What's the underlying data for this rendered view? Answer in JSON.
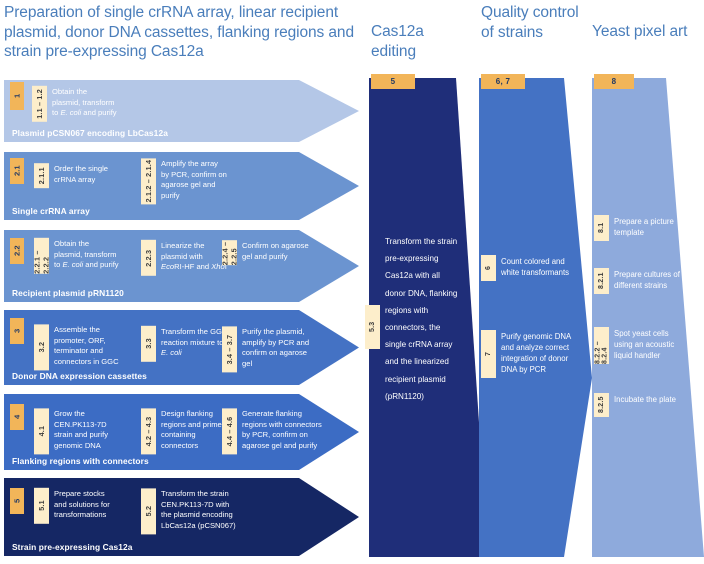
{
  "colors": {
    "title_blue": "#4a7ebb",
    "light_blue": "#b4c7e7",
    "mid_blue": "#6b94d0",
    "strong_blue": "#4472c4",
    "royal_blue": "#3c6cc4",
    "navy": "#1f2e79",
    "dark_navy": "#152764",
    "pale_blue": "#8eaadc",
    "gold_tab": "#f2b559",
    "cream_tab": "#fdeecb",
    "white": "#ffffff"
  },
  "headers": {
    "preparation": "Preparation of single crRNA array, linear recipient plasmid, donor DNA cassettes, flanking regions and strain pre-expressing Cas12a",
    "cas12a": "Cas12a editing",
    "quality": "Quality control of strains",
    "yeast": "Yeast pixel art"
  },
  "stages": [
    {
      "number": "1",
      "caption": "Plasmid pCSN067 encoding LbCas12a",
      "fill": "#b4c7e7",
      "steps": [
        {
          "num": "1.1 – 1.2",
          "lines": [
            "Obtain the",
            "plasmid, transform",
            "to <i>E. coli</i> and purify"
          ]
        }
      ]
    },
    {
      "number": "2.1",
      "caption": "Single crRNA array",
      "fill": "#6b94d0",
      "steps": [
        {
          "num": "2.1.1",
          "lines": [
            "Order the single",
            "crRNA array"
          ]
        },
        {
          "num": "2.1.2 – 2.1.4",
          "lines": [
            "Amplify the array",
            "by PCR, confirm on",
            "agarose gel and",
            "purify"
          ]
        }
      ]
    },
    {
      "number": "2.2",
      "caption": "Recipient plasmid pRN1120",
      "fill": "#6b94d0",
      "steps": [
        {
          "num": "2.2.1 – 2.2.2",
          "lines": [
            "Obtain the",
            "plasmid, transform",
            "to <i>E. coli</i> and purify"
          ]
        },
        {
          "num": "2.2.3",
          "lines": [
            "Linearize the",
            "plasmid with",
            "<i>Eco</i>RI-HF and <i>Xho</i>I"
          ]
        },
        {
          "num": "2.2.4 – 2.2.5",
          "lines": [
            "Confirm on agarose",
            "gel and purify"
          ]
        }
      ]
    },
    {
      "number": "3",
      "caption": "Donor DNA expression cassettes",
      "fill": "#4472c4",
      "steps": [
        {
          "num": "3.2",
          "lines": [
            "Assemble the",
            "promoter, ORF,",
            "terminator and",
            "connectors in GGC"
          ]
        },
        {
          "num": "3.3",
          "lines": [
            "Transform the GGC",
            "reaction mixture to",
            "<i>E. coli</i>"
          ]
        },
        {
          "num": "3.4 – 3.7",
          "lines": [
            "Purify the plasmid,",
            "amplify by PCR and",
            "confirm on agarose",
            "gel"
          ]
        }
      ]
    },
    {
      "number": "4",
      "caption": "Flanking regions with connectors",
      "fill": "#3c6cc4",
      "steps": [
        {
          "num": "4.1",
          "lines": [
            "Grow the",
            "CEN.PK113-7D",
            "strain and purify",
            "genomic DNA"
          ]
        },
        {
          "num": "4.2 – 4.3",
          "lines": [
            "Design flanking",
            "regions and primers",
            "containing",
            "connectors"
          ]
        },
        {
          "num": "4.4 – 4.6",
          "lines": [
            "Generate flanking",
            "regions with connectors",
            "by PCR, confirm on",
            "agarose gel and purify"
          ]
        }
      ]
    },
    {
      "number": "5",
      "caption": "Strain pre-expressing Cas12a",
      "fill": "#152764",
      "steps": [
        {
          "num": "5.1",
          "lines": [
            "Prepare stocks",
            "and solutions for",
            "transformations"
          ]
        },
        {
          "num": "5.2",
          "lines": [
            "Transform the strain",
            "CEN.PK113-7D with",
            "the plasmid encoding",
            "LbCas12a (pCSN067)"
          ]
        }
      ]
    }
  ],
  "cas_column": {
    "number": "5",
    "fill": "#1f2e79",
    "step_num": "5.3",
    "body_lines": [
      "Transform the strain",
      "pre-expressing",
      "Cas12a with all",
      "donor DNA, flanking",
      "regions with",
      "connectors, the",
      "single crRNA array",
      "and the linearized",
      "recipient plasmid",
      "(pRN1120)"
    ]
  },
  "quality_column": {
    "number": "6, 7",
    "fill": "#4472c4",
    "steps": [
      {
        "num": "6",
        "lines": [
          "Count colored and",
          "white transformants"
        ]
      },
      {
        "num": "7",
        "lines": [
          "Purify genomic  DNA",
          "and analyze correct",
          "integration of donor",
          "DNA by PCR"
        ]
      }
    ]
  },
  "yeast_column": {
    "number": "8",
    "fill": "#8eaadc",
    "steps": [
      {
        "num": "8.1",
        "lines": [
          "Prepare a picture",
          "template"
        ]
      },
      {
        "num": "8.2.1",
        "lines": [
          "Prepare cultures of",
          "different strains"
        ]
      },
      {
        "num": "8.2.2 – 8.2.4",
        "lines": [
          "Spot yeast cells",
          "using an acoustic",
          "liquid handler"
        ]
      },
      {
        "num": "8.2.5",
        "lines": [
          "Incubate the plate"
        ]
      }
    ]
  }
}
